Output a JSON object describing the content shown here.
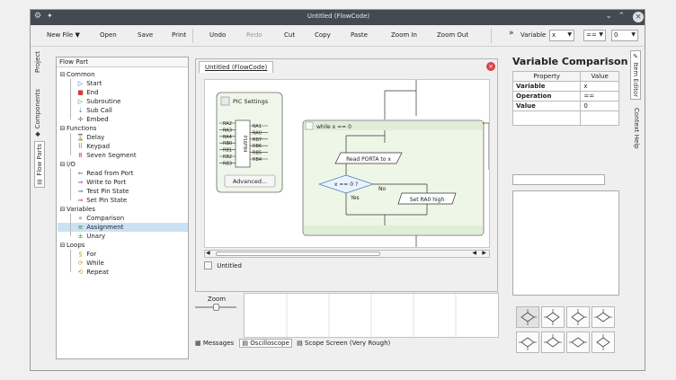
{
  "window": {
    "title": "Untitled (FlowCode)"
  },
  "toolbar": {
    "new_file": "New File",
    "open": "Open",
    "save": "Save",
    "print": "Print",
    "undo": "Undo",
    "redo": "Redo",
    "cut": "Cut",
    "copy": "Copy",
    "paste": "Paste",
    "zoom_in": "Zoom In",
    "zoom_out": "Zoom Out",
    "overflow": "»",
    "variable_label": "Variable",
    "variable_value": "x",
    "operator_value": "==",
    "compare_value": "0"
  },
  "left_tabs": [
    "Flow Parts",
    "Components",
    "Project"
  ],
  "flow_part": {
    "header": "Flow Part",
    "groups": [
      {
        "label": "Common",
        "items": [
          {
            "label": "Start",
            "icon": "play-triangle-icon"
          },
          {
            "label": "End",
            "icon": "stop-square-icon"
          },
          {
            "label": "Subroutine",
            "icon": "subroutine-icon"
          },
          {
            "label": "Sub Call",
            "icon": "sub-call-icon"
          },
          {
            "label": "Embed",
            "icon": "embed-icon"
          }
        ]
      },
      {
        "label": "Functions",
        "items": [
          {
            "label": "Delay",
            "icon": "delay-icon"
          },
          {
            "label": "Keypad",
            "icon": "keypad-icon"
          },
          {
            "label": "Seven Segment",
            "icon": "seven-segment-icon"
          }
        ]
      },
      {
        "label": "I/O",
        "items": [
          {
            "label": "Read from Port",
            "icon": "read-port-icon"
          },
          {
            "label": "Write to Port",
            "icon": "write-port-icon"
          },
          {
            "label": "Test Pin State",
            "icon": "test-pin-icon"
          },
          {
            "label": "Set Pin State",
            "icon": "set-pin-icon"
          }
        ]
      },
      {
        "label": "Variables",
        "items": [
          {
            "label": "Comparison",
            "icon": "comparison-icon"
          },
          {
            "label": "Assignment",
            "icon": "assignment-icon"
          },
          {
            "label": "Unary",
            "icon": "unary-icon"
          }
        ]
      },
      {
        "label": "Loops",
        "items": [
          {
            "label": "For",
            "icon": "for-loop-icon"
          },
          {
            "label": "While",
            "icon": "while-loop-icon"
          },
          {
            "label": "Repeat",
            "icon": "repeat-icon"
          }
        ]
      }
    ]
  },
  "document": {
    "tab_label": "Untitled (FlowCode)",
    "footer_label": "Untitled",
    "pic": {
      "title": "PIC Settings",
      "chip": "P16F84",
      "left_pins": [
        "RA2",
        "RA3",
        "RA4",
        "RB0",
        "RB1",
        "RB2",
        "RB3"
      ],
      "right_pins": [
        "RA1",
        "RA0",
        "RB7",
        "RB6",
        "RB5",
        "RB4"
      ],
      "advanced_button": "Advanced..."
    },
    "flow": {
      "while_label": "while x == 0",
      "read_label": "Read PORTA to x",
      "decision_label": "x == 0 ?",
      "yes_label": "Yes",
      "no_label": "No",
      "set_label": "Set RA0 high"
    }
  },
  "zoom": {
    "label": "Zoom"
  },
  "bottom_tabs": [
    "Messages",
    "Oscilloscope",
    "Scope Screen (Very Rough)"
  ],
  "item_editor": {
    "title": "Variable Comparison",
    "columns": [
      "Property",
      "Value"
    ],
    "rows": [
      {
        "property": "Variable",
        "value": "x"
      },
      {
        "property": "Operation",
        "value": "=="
      },
      {
        "property": "Value",
        "value": "0"
      }
    ]
  },
  "right_tabs": [
    "Item Editor",
    "Context Help"
  ]
}
